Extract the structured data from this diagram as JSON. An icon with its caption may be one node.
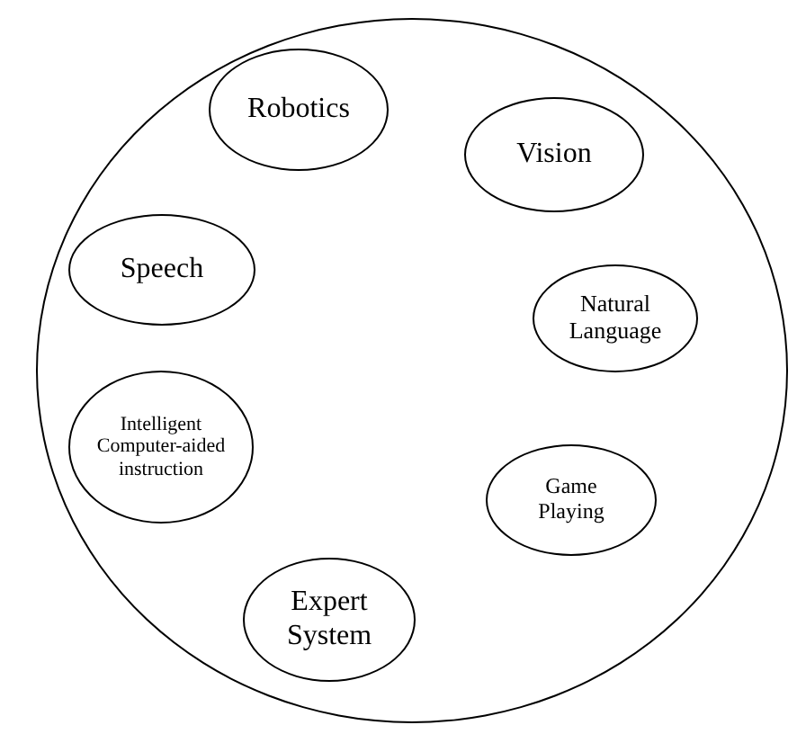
{
  "diagram": {
    "nodes": [
      {
        "text": [],
        "shape": "circle"
      },
      {
        "text": [
          "Robotics"
        ],
        "in": 0
      },
      {
        "text": [
          "Vision"
        ],
        "in": 0
      },
      {
        "text": [
          "Speech"
        ],
        "in": 0
      },
      {
        "text": [
          "Natural Language"
        ],
        "in": 0
      },
      {
        "text": [
          "Intelligent Computer-aided instruction"
        ],
        "in": 0
      },
      {
        "text": [
          "Game Playing"
        ],
        "in": 0
      },
      {
        "text": [
          "Expert System"
        ],
        "in": 0
      }
    ]
  }
}
